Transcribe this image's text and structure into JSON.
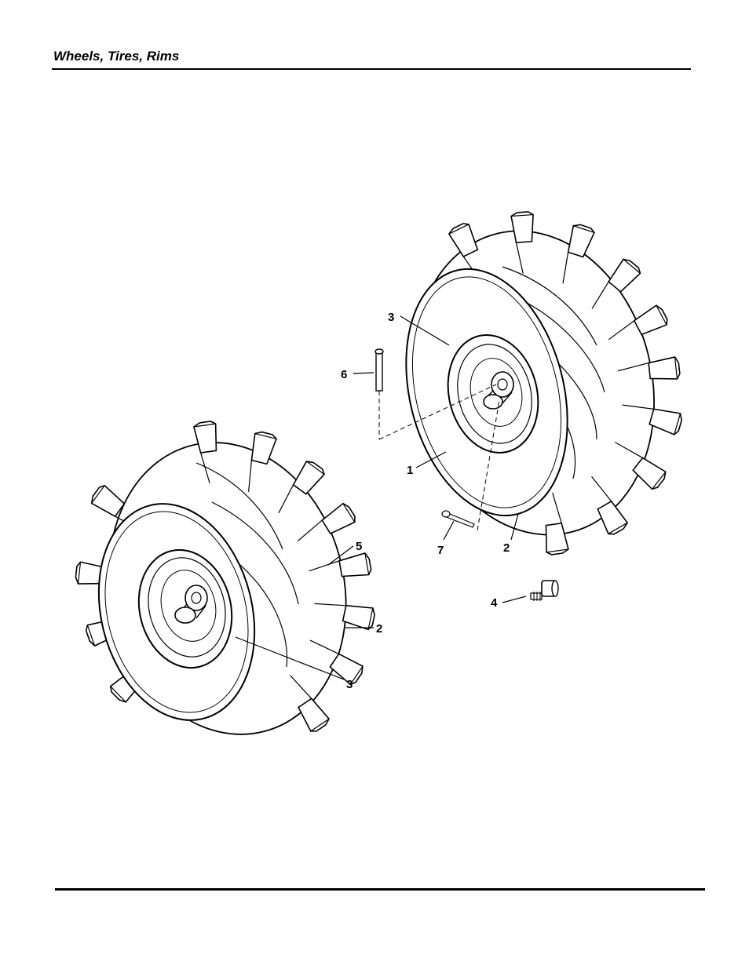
{
  "header": {
    "title": "Wheels, Tires, Rims"
  },
  "callouts": {
    "c1": "1",
    "c2a": "2",
    "c2b": "2",
    "c3a": "3",
    "c3b": "3",
    "c4": "4",
    "c5": "5",
    "c6": "6",
    "c7": "7"
  }
}
